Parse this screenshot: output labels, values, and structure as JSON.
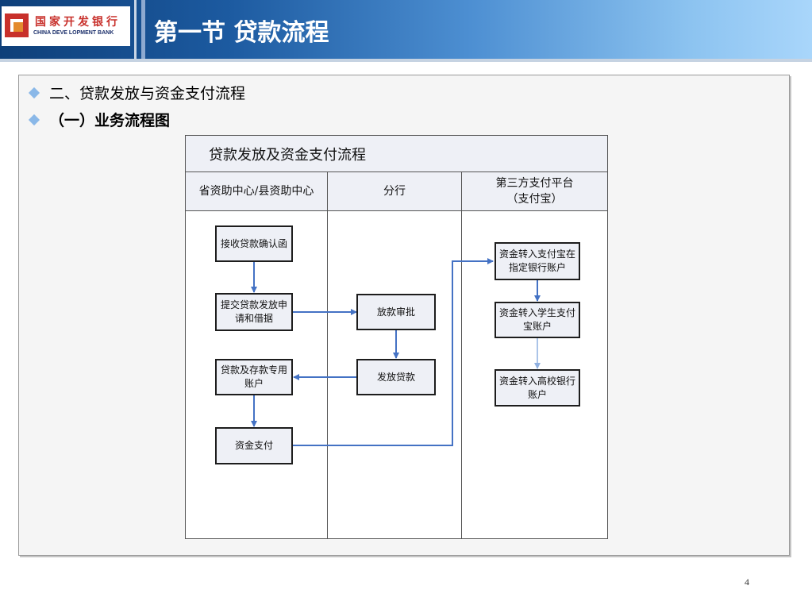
{
  "header": {
    "logo_cn": "国家开发银行",
    "logo_en": "CHINA DEVE LOPMENT BANK",
    "title": "第一节  贷款流程"
  },
  "content": {
    "bullet_1": "二、贷款发放与资金支付流程",
    "bullet_2": "（一）业务流程图"
  },
  "diagram": {
    "title": "贷款发放及资金支付流程",
    "lanes": [
      "省资助中心/县资助中心",
      "分行",
      "第三方支付平台\n（支付宝）"
    ],
    "nodes": {
      "receive": "接收贷款确认函",
      "submit": "提交贷款发放申请和借据",
      "approve": "放款审批",
      "disburse": "发放贷款",
      "account": "贷款及存款专用账户",
      "pay": "资金支付",
      "alipay_in": "资金转入支付宝在指定银行账户",
      "student": "资金转入学生支付宝账户",
      "school": "资金转入高校银行账户"
    },
    "colors": {
      "arrow": "#4472c4",
      "node_fill": "#eef0f6"
    }
  },
  "page_number": "4"
}
